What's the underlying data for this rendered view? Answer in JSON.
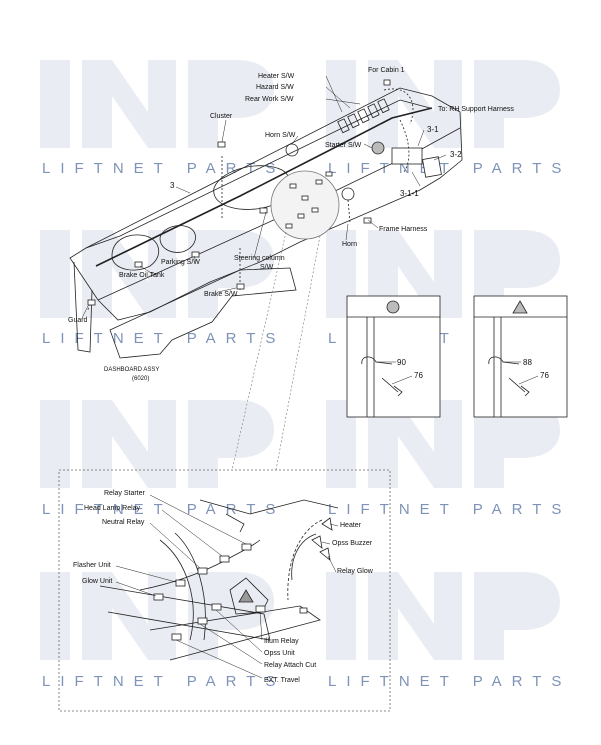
{
  "watermark": {
    "logo": "INP",
    "text": "LIFTNET PARTS"
  },
  "main_labels": {
    "heater_sw": "Heater S/W",
    "hazard_sw": "Hazard S/W",
    "rear_work_sw": "Rear Work S/W",
    "horn_sw": "Horn S/W",
    "cluster": "Cluster",
    "for_cabin": "For Cabin 1",
    "to_rh_support": "To: RH Support Harness",
    "starter_sw": "Starter S/W",
    "ref_3_1": "3-1",
    "ref_3_2": "3-2",
    "ref_3_1_1": "3-1-1",
    "ref_3": "3",
    "frame_harness": "Frame Harness",
    "horn": "Horn",
    "parking_sw": "Parking S/W",
    "brake_oil_tank": "Brake Oil Tank",
    "steering_column_1": "Steering column",
    "steering_column_2": "S/W",
    "brake_sw": "Brake S/W",
    "guard": "Guard",
    "dashboard_assy": "DASHBOARD ASSY",
    "dashboard_code": "(6020)"
  },
  "detail_circle": {
    "n1": "90",
    "n2": "76"
  },
  "detail_triangle": {
    "n1": "88",
    "n2": "76"
  },
  "relay_labels": {
    "relay_starter": "Relay Starter",
    "head_lamp_relay": "Head Lamp Relay",
    "neutral_relay": "Neutral Relay",
    "flasher_unit": "Flasher Unit",
    "glow_unit": "Glow Unit",
    "heater": "Heater",
    "opss_buzzer": "Opss Buzzer",
    "relay_glow": "Relay Glow",
    "illum_relay": "Illum Relay",
    "opss_unit": "Opss Unit",
    "relay_attach_cut": "Relay Attach Cut",
    "ext_travel": "EXT. Travel"
  }
}
